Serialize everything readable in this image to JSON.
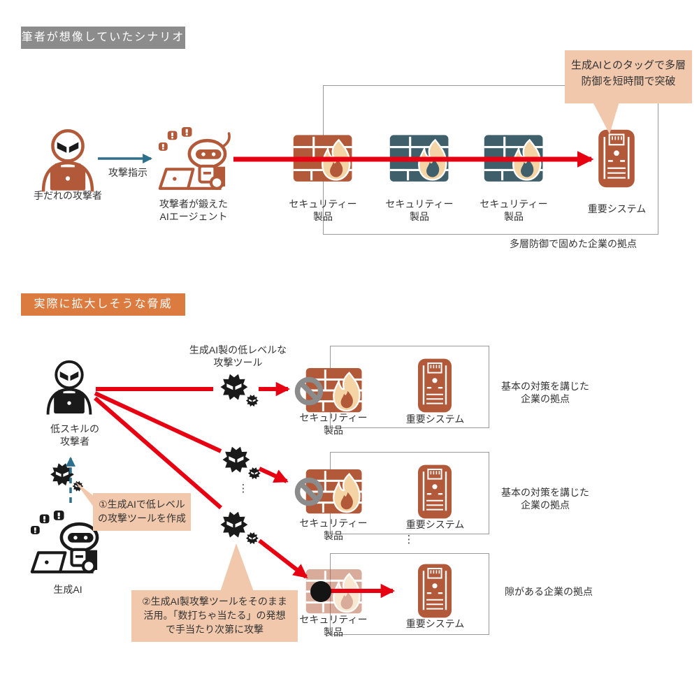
{
  "section1": {
    "header": "筆者が想像していたシナリオ",
    "attacker_label": "手だれの攻撃者",
    "command_arrow_label": "攻撃指示",
    "agent_label": "攻撃者が鍛えた\nAIエージェント",
    "security_product_label": "セキュリティー\n製品",
    "critical_system_label": "重要システム",
    "callout_bubble": "生成AIとのタッグで多層\n防御を短時間で突破",
    "site_caption": "多層防御で固めた企業の拠点"
  },
  "section2": {
    "header": "実際に拡大しそうな脅威",
    "attacker_label": "低スキルの\n攻撃者",
    "tools_label": "生成AI製の低レベルな\n攻撃ツール",
    "genai_label": "生成AI",
    "step1_callout": "①生成AIで低レベル\nの攻撃ツールを作成",
    "step2_callout": "②生成AI製攻撃ツールをそのまま\n活用。「数打ちゃ当たる」の発想\nで手当たり次第に攻撃",
    "ellipsis": "⋮",
    "rows": [
      {
        "security_product_label": "セキュリティー\n製品",
        "critical_system_label": "重要システム",
        "site_label": "基本の対策を講じた\n企業の拠点"
      },
      {
        "security_product_label": "セキュリティー\n製品",
        "critical_system_label": "重要システム",
        "site_label": "基本の対策を講じた\n企業の拠点"
      },
      {
        "security_product_label": "セキュリティー\n製品",
        "critical_system_label": "重要システム",
        "site_label": "隙がある企業の拠点"
      }
    ]
  },
  "colors": {
    "rust": "#b2593a",
    "teal_wall": "#3f5f6b",
    "red_arrow": "#e60012",
    "teal_arrow": "#2e6f8e",
    "peach": "#f2c8ac",
    "gray_header": "#8c8c8c",
    "orange_header": "#dc7b3f",
    "flame": "#f4d3a4",
    "box_border": "#999999",
    "black_icon": "#1a1a1a"
  }
}
